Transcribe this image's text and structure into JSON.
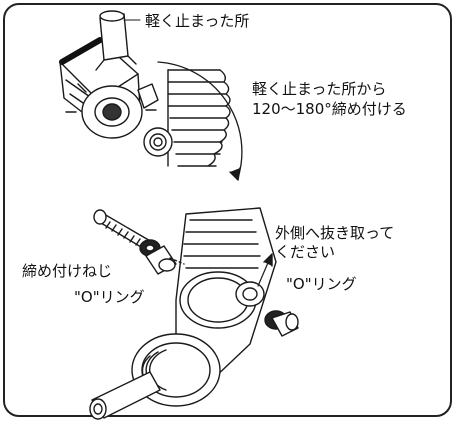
{
  "labels": {
    "tighten_lightly": "軽く止まった所",
    "tighten_from_line1": "軽く止まった所から",
    "tighten_from_line2": "120〜180°締め付ける",
    "remove_outward_line1": "外側へ抜き取って",
    "remove_outward_line2": "ください",
    "tightening_screw": "締め付けねじ",
    "o_ring_left": "\"O\"リング",
    "o_ring_right": "\"O\"リング"
  },
  "colors": {
    "line": "#1a1a1a",
    "background": "#ffffff",
    "frame": "#222222"
  }
}
